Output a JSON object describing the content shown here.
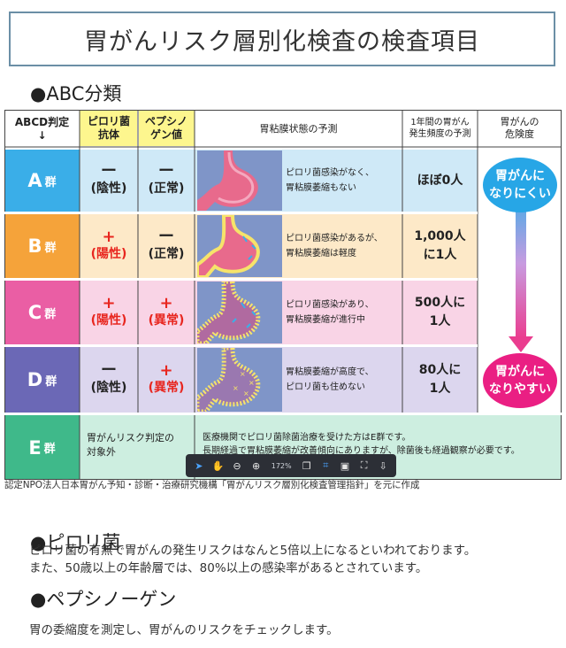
{
  "title": "胃がんリスク層別化検査の検査項目",
  "section_abc": "●ABC分類",
  "table": {
    "headers": {
      "abcd": "ABCD判定",
      "arrow": "↓",
      "pylori": [
        "ピロリ菌",
        "抗体"
      ],
      "pepsin": [
        "ペプシノ",
        "ゲン値"
      ],
      "mucosa": "胃粘膜状態の予測",
      "freq": [
        "1年間の胃がん",
        "発生頻度の予測"
      ],
      "risk": [
        "胃がんの",
        "危険度"
      ]
    },
    "rows": [
      {
        "group": "A",
        "group_suffix": "群",
        "color": "#3aaee8",
        "pylori": {
          "sym": "ー",
          "label": "(陰性)",
          "red": false
        },
        "pepsin": {
          "sym": "ー",
          "label": "(正常)",
          "red": false
        },
        "desc": [
          "ピロリ菌感染がなく、",
          "胃粘膜萎縮もない"
        ],
        "freq": [
          "ほぼ0人"
        ]
      },
      {
        "group": "B",
        "group_suffix": "群",
        "color": "#f5a33a",
        "pylori": {
          "sym": "+",
          "label": "(陽性)",
          "red": true
        },
        "pepsin": {
          "sym": "ー",
          "label": "(正常)",
          "red": false
        },
        "desc": [
          "ピロリ菌感染があるが、",
          "胃粘膜萎縮は軽度"
        ],
        "freq": [
          "1,000人",
          "に1人"
        ]
      },
      {
        "group": "C",
        "group_suffix": "群",
        "color": "#ea5ea4",
        "pylori": {
          "sym": "+",
          "label": "(陽性)",
          "red": true
        },
        "pepsin": {
          "sym": "+",
          "label": "(異常)",
          "red": true
        },
        "desc": [
          "ピロリ菌感染があり、",
          "胃粘膜萎縮が進行中"
        ],
        "freq": [
          "500人に",
          "1人"
        ]
      },
      {
        "group": "D",
        "group_suffix": "群",
        "color": "#6b68b6",
        "pylori": {
          "sym": "ー",
          "label": "(陰性)",
          "red": false
        },
        "pepsin": {
          "sym": "+",
          "label": "(異常)",
          "red": true
        },
        "desc": [
          "胃粘膜萎縮が高度で、",
          "ピロリ菌も住めない"
        ],
        "freq": [
          "80人に",
          "1人"
        ]
      }
    ],
    "e_row": {
      "group": "E",
      "group_suffix": "群",
      "color": "#3fb98a",
      "target": [
        "胃がんリスク判定の",
        "対象外"
      ],
      "note": [
        "医療機関でピロリ菌除菌治療を受けた方はE群です。",
        "長期経過で胃粘膜萎縮が改善傾向にありますが、除菌後も経過観察が必要です。"
      ]
    },
    "risk_low": [
      "胃がんに",
      "なりにくい"
    ],
    "risk_high": [
      "胃がんに",
      "なりやすい"
    ]
  },
  "source": "認定NPO法人日本胃がん予知・診断・治療研究機構「胃がんリスク層別化検査管理指針」を元に作成",
  "toolbar": {
    "zoom": "172%"
  },
  "section_pylori": "●ピロリ菌",
  "pylori_text": [
    "ピロリ菌の有無で胃がんの発生リスクはなんと5倍以上になるといわれております。",
    "また、50歳以上の年齢層では、80%以上の感染率があるとされています。"
  ],
  "section_pepsin": "●ペプシノーゲン",
  "pepsin_text": "胃の委縮度を測定し、胃がんのリスクをチェックします。"
}
